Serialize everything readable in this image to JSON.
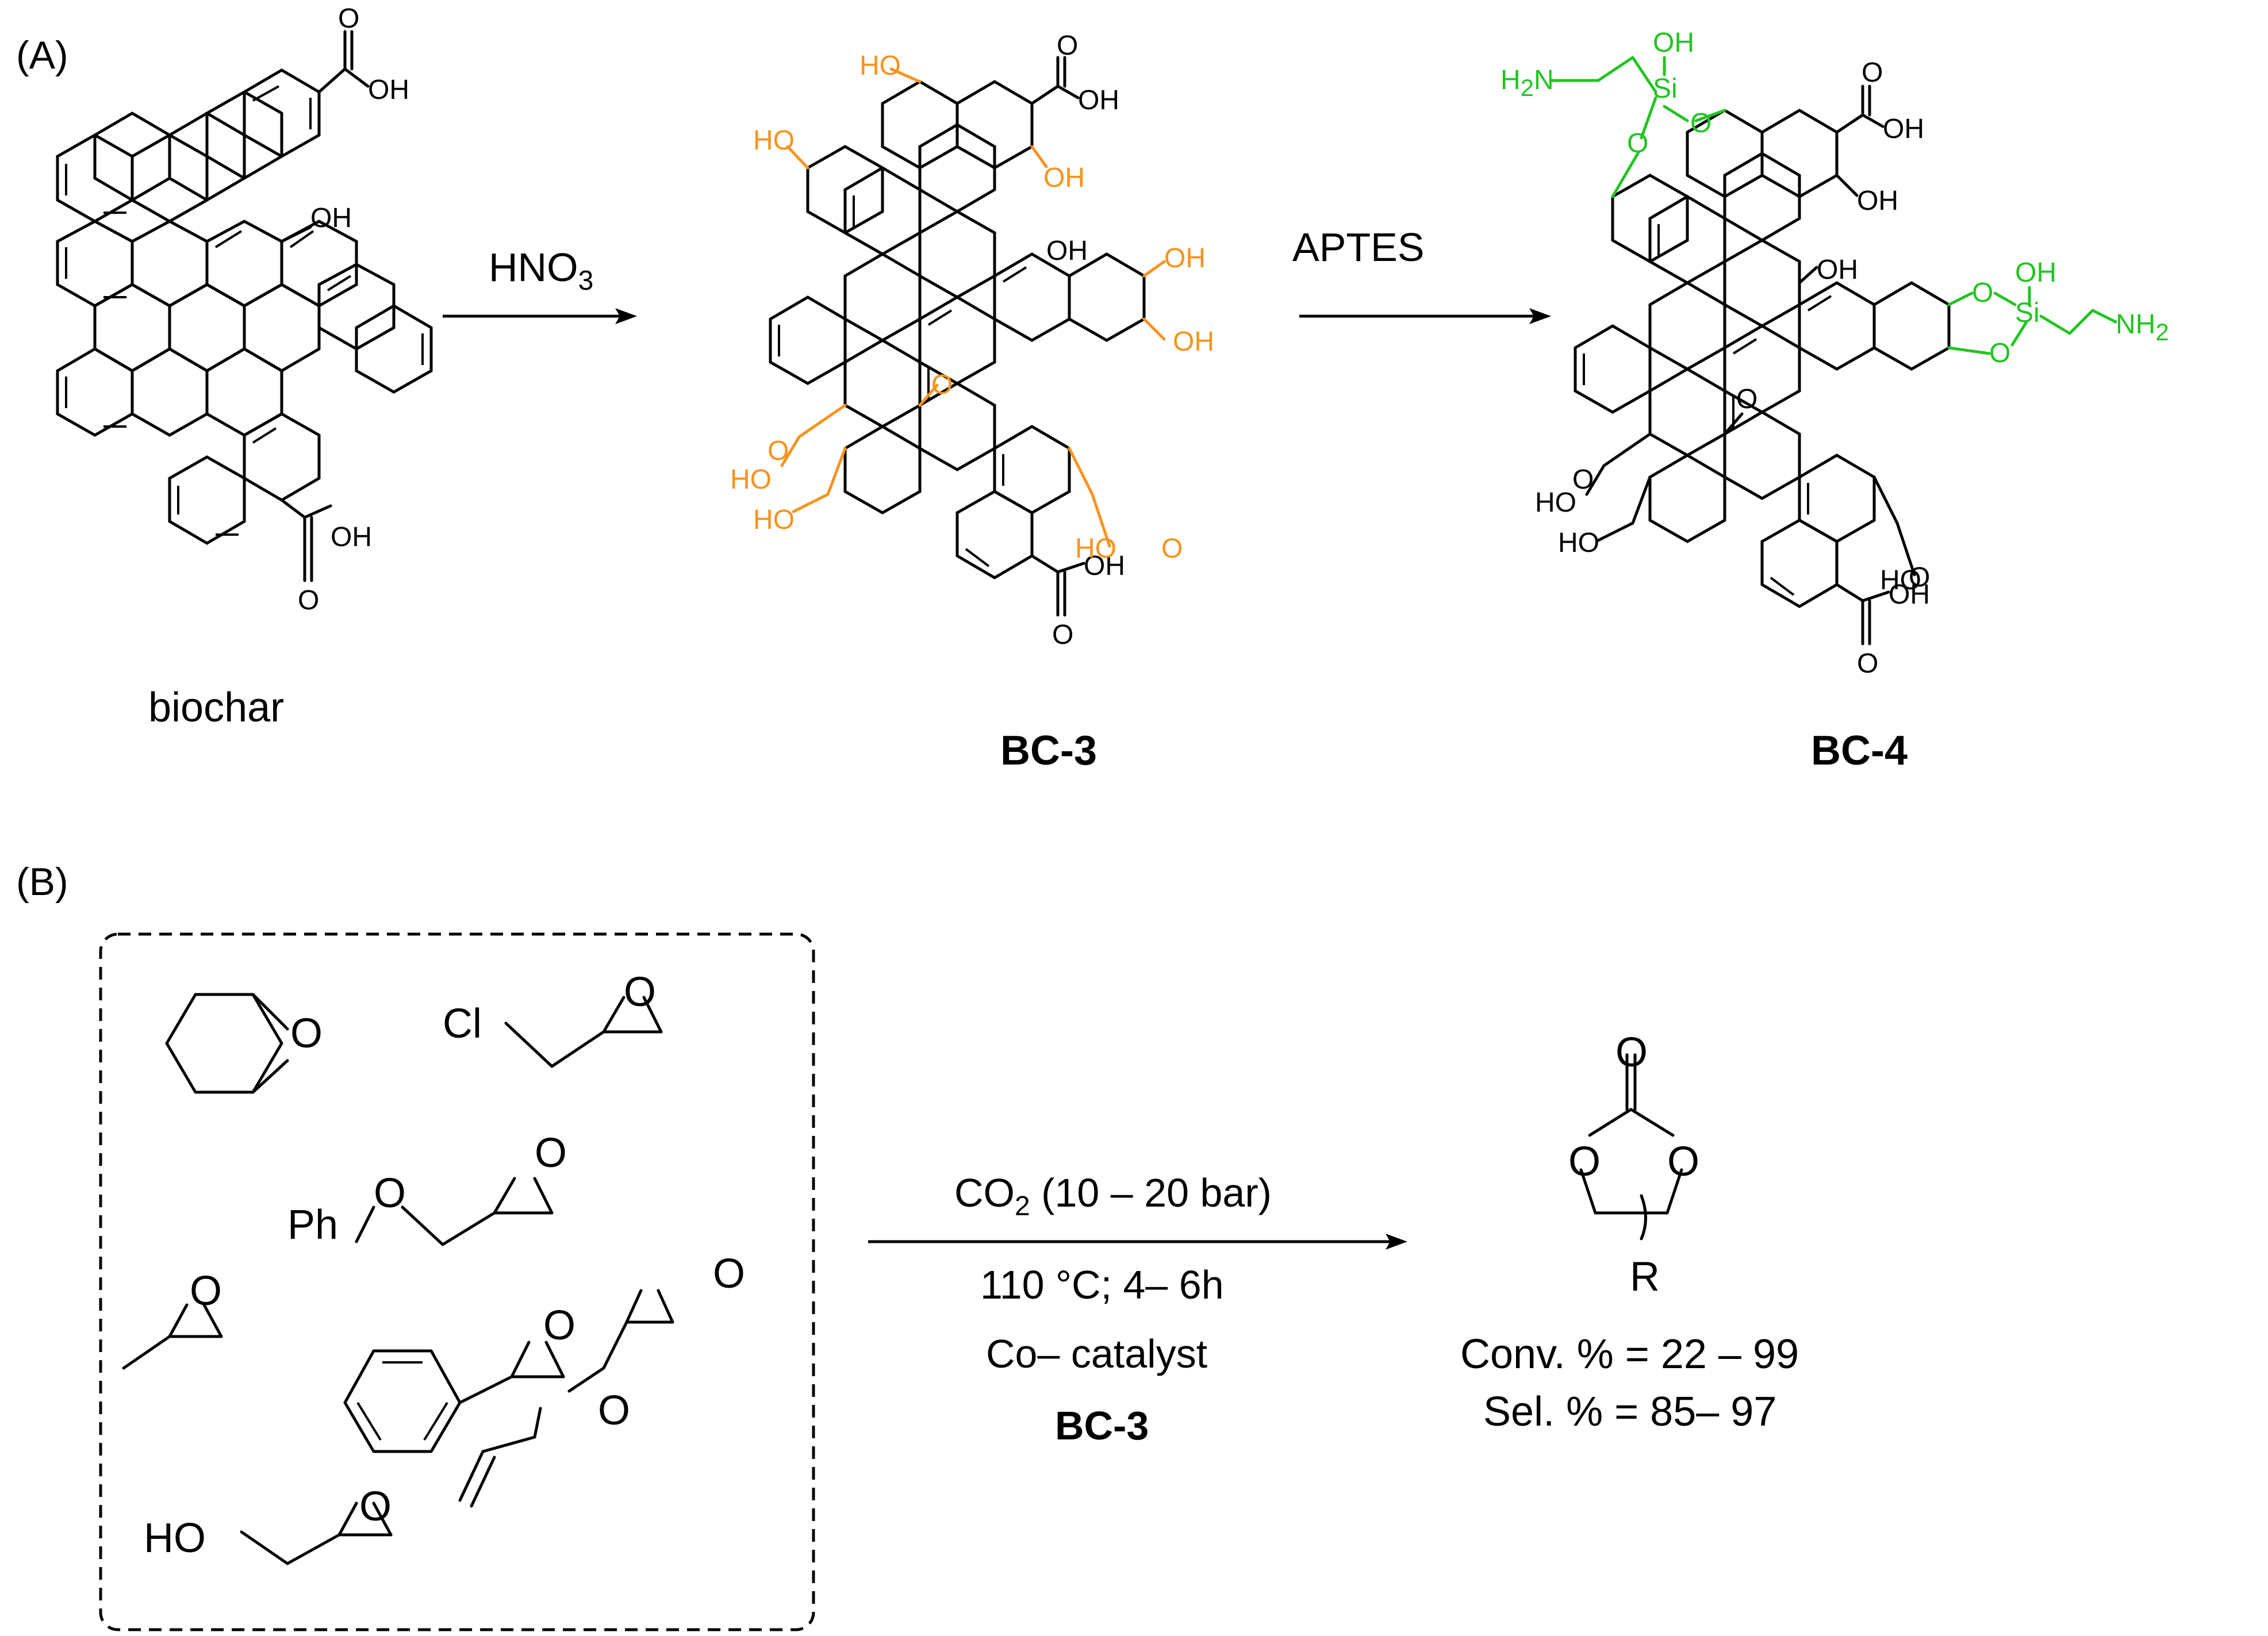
{
  "panels": {
    "a_label": "(A)",
    "b_label": "(B)"
  },
  "structures": {
    "biochar": "biochar",
    "bc3": "BC-3",
    "bc4": "BC-4"
  },
  "arrows": {
    "step1_reagent": "HNO",
    "step1_subscript": "3",
    "step2_reagent": "APTES"
  },
  "atoms": {
    "oh": "OH",
    "ho": "HO",
    "o": "O",
    "si": "Si",
    "h2n_h": "H",
    "h2n_2": "2",
    "h2n_n": "N",
    "nh2_n": "NH",
    "nh2_2": "2",
    "cl": "Cl",
    "ph": "Ph",
    "r": "R"
  },
  "reaction_b": {
    "cond_line1_pre": "CO",
    "cond_line1_sub": "2",
    "cond_line1_post": " (10 – 20 bar)",
    "cond_line2": "110 °C; 4– 6h",
    "cond_line3": "Co– catalyst",
    "cond_line4": "BC-3",
    "conv": "Conv. % = 22 – 99",
    "sel": "Sel. % = 85– 97"
  },
  "colors": {
    "orange_groups": "#f7931e",
    "green_groups": "#22c422",
    "black": "#000000"
  }
}
